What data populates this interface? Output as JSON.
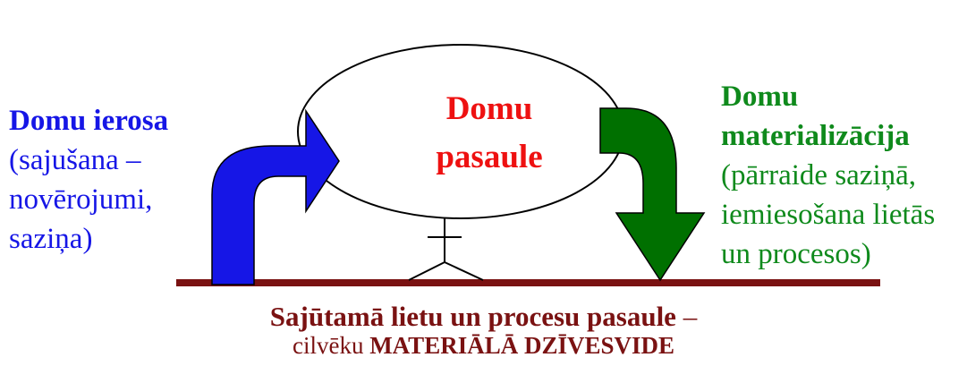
{
  "left": {
    "title": "Domu ierosa",
    "lines": [
      "(sajušana –",
      "novērojumi,",
      "saziņa)"
    ]
  },
  "center": {
    "lines": [
      "Domu",
      "pasaule"
    ]
  },
  "right": {
    "title_lines": [
      "Domu",
      "materializācija"
    ],
    "lines": [
      "(pārraide saziņā,",
      "iemiesošana lietās",
      "un procesos)"
    ]
  },
  "bottom": {
    "line1_bold": "Sajūtamā  lietu un procesu  pasaule",
    "line1_rest": " –",
    "line2_prefix": "cilvēku ",
    "line2_bold": "MATERIĀLĀ DZĪVESVIDE"
  },
  "colors": {
    "blue": "#1616e6",
    "green": "#0f8a1c",
    "red": "#ee1111",
    "maroon": "#7a1212"
  }
}
